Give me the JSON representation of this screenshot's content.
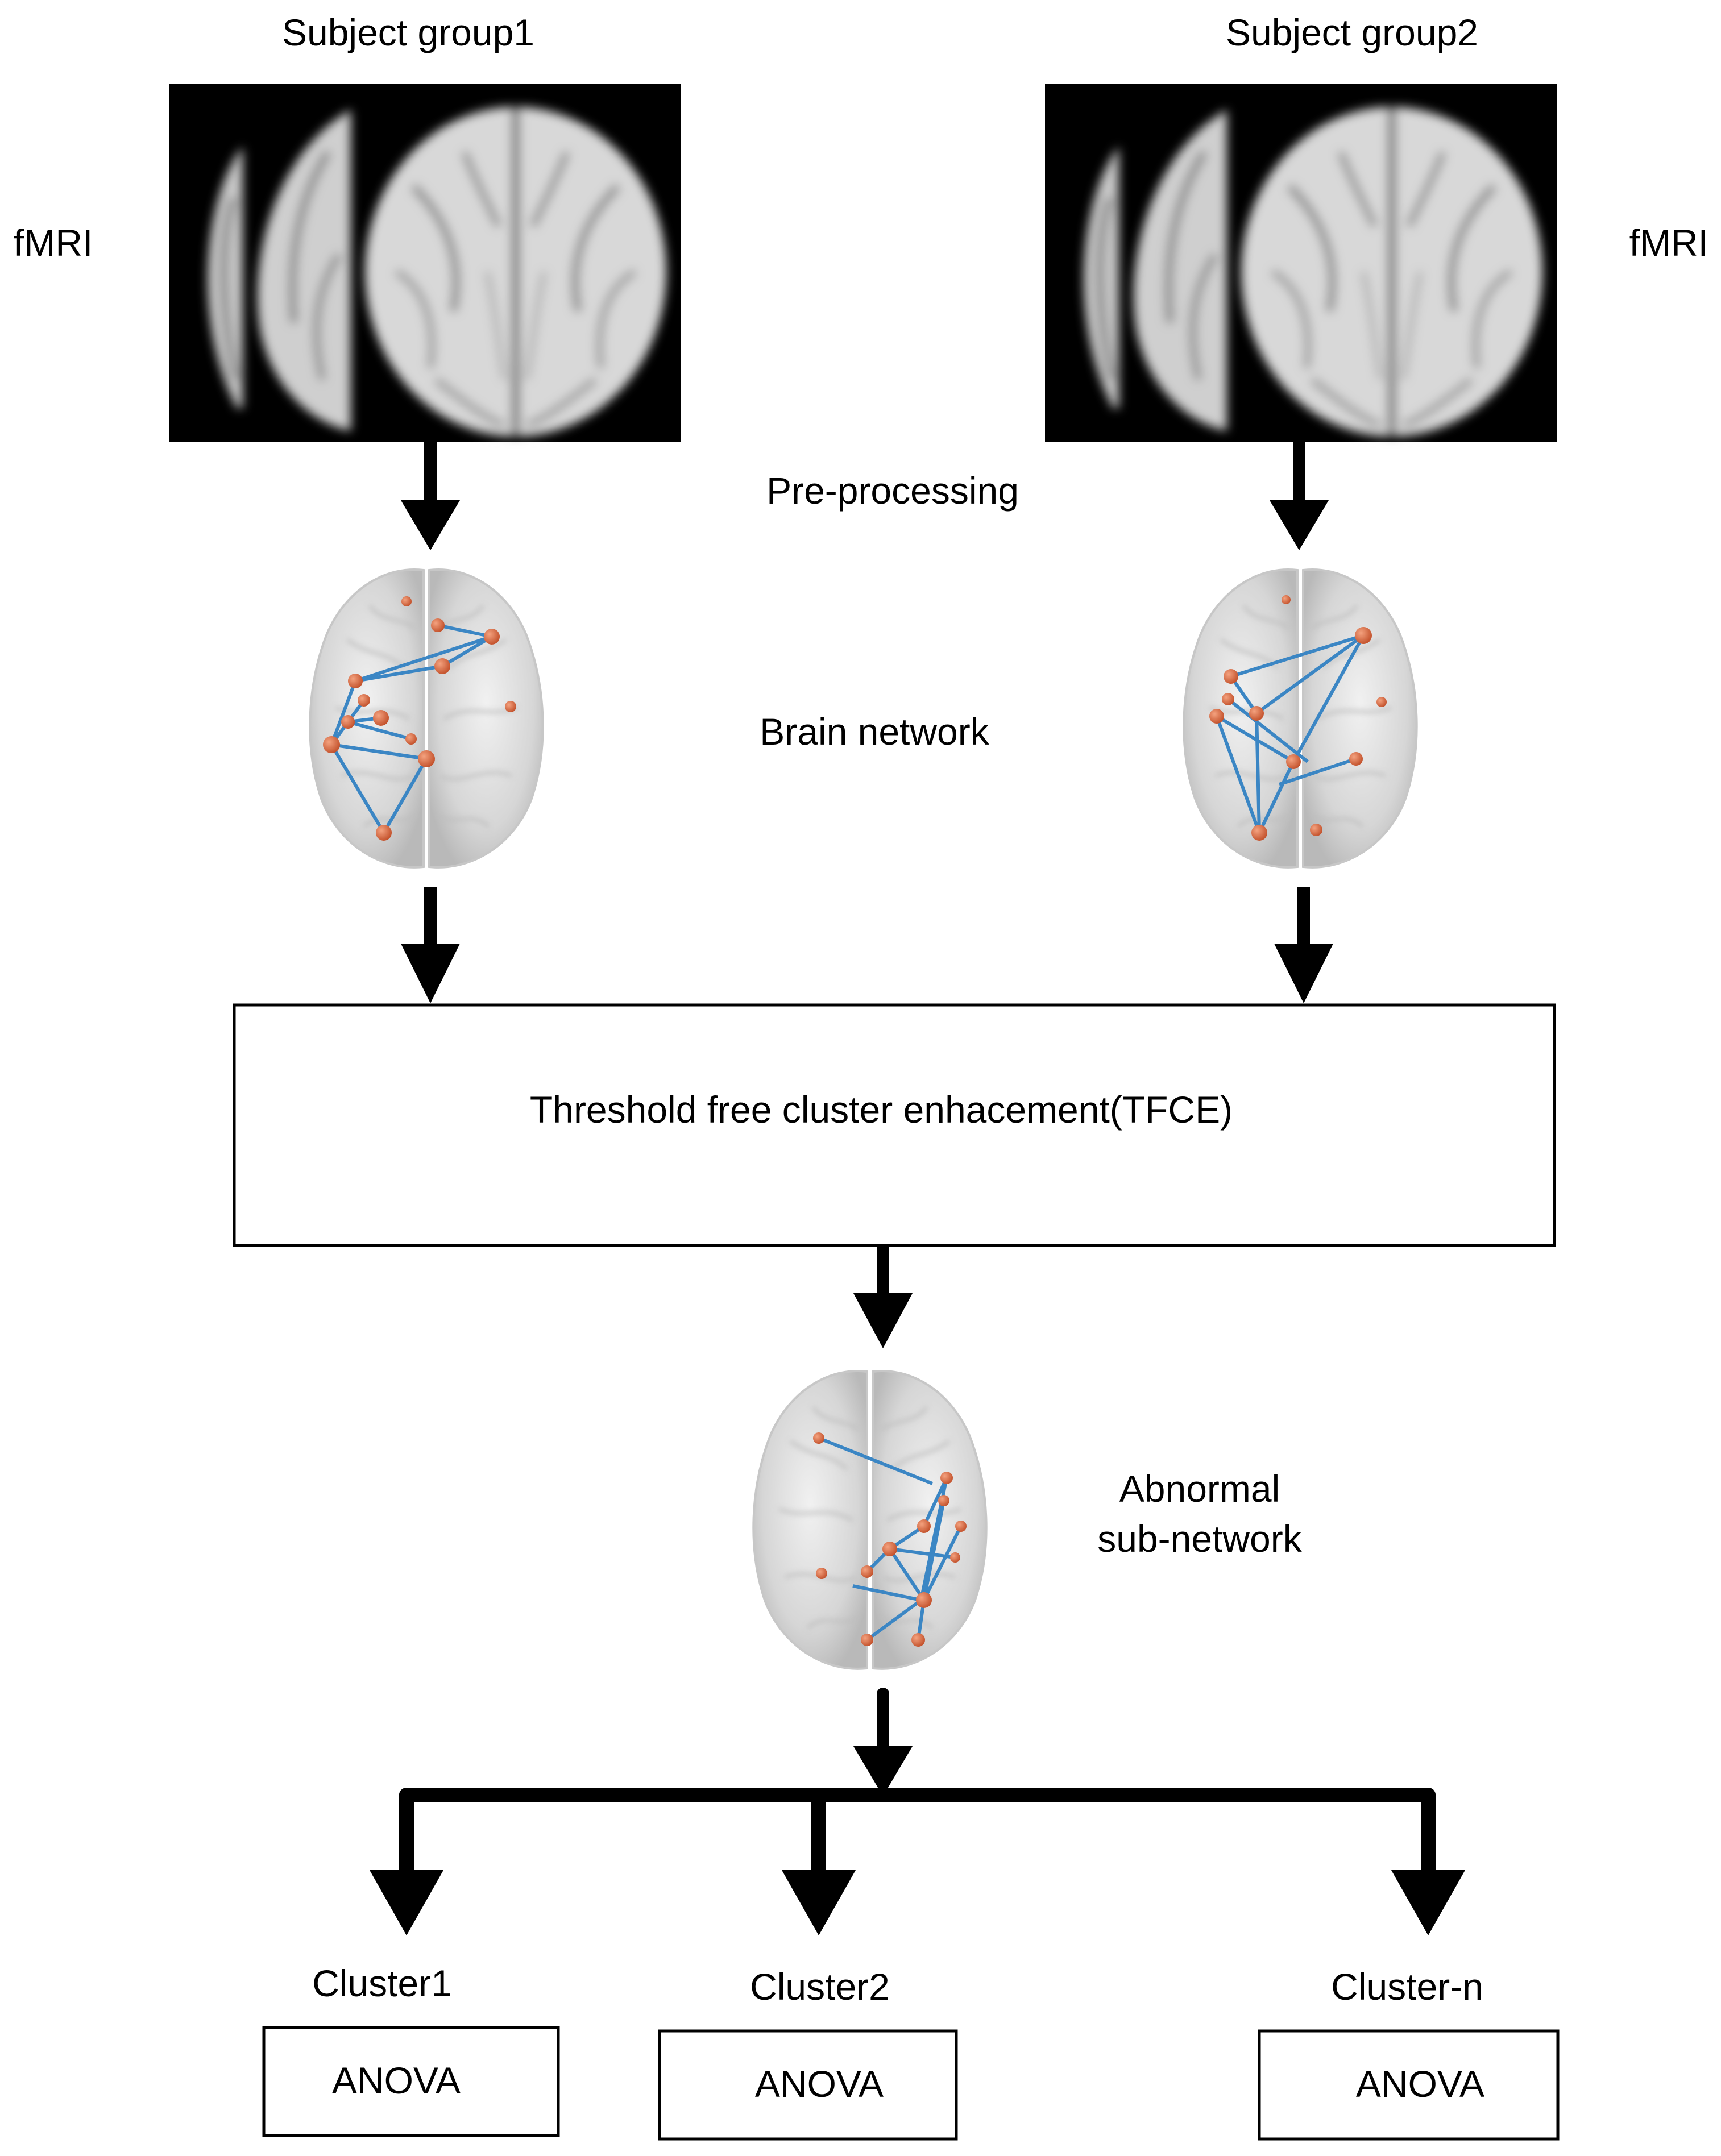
{
  "groups": [
    {
      "title": "Subject group1",
      "modality": "fMRI"
    },
    {
      "title": "Subject group2",
      "modality": "fMRI"
    }
  ],
  "steps": {
    "preprocessing": "Pre-processing",
    "brain_network": "Brain network",
    "tfce": "Threshold free cluster enhacement(TFCE)",
    "abnormal_line1": "Abnormal",
    "abnormal_line2": "sub-network"
  },
  "clusters": [
    {
      "label": "Cluster1",
      "test": "ANOVA"
    },
    {
      "label": "Cluster2",
      "test": "ANOVA"
    },
    {
      "label": "Cluster-n",
      "test": "ANOVA"
    }
  ],
  "colors": {
    "arrow": "#000000",
    "node": "#d9673e",
    "edge": "#3b86c4",
    "brain_glass": "#d4d4d4",
    "mri_background": "#000000"
  }
}
